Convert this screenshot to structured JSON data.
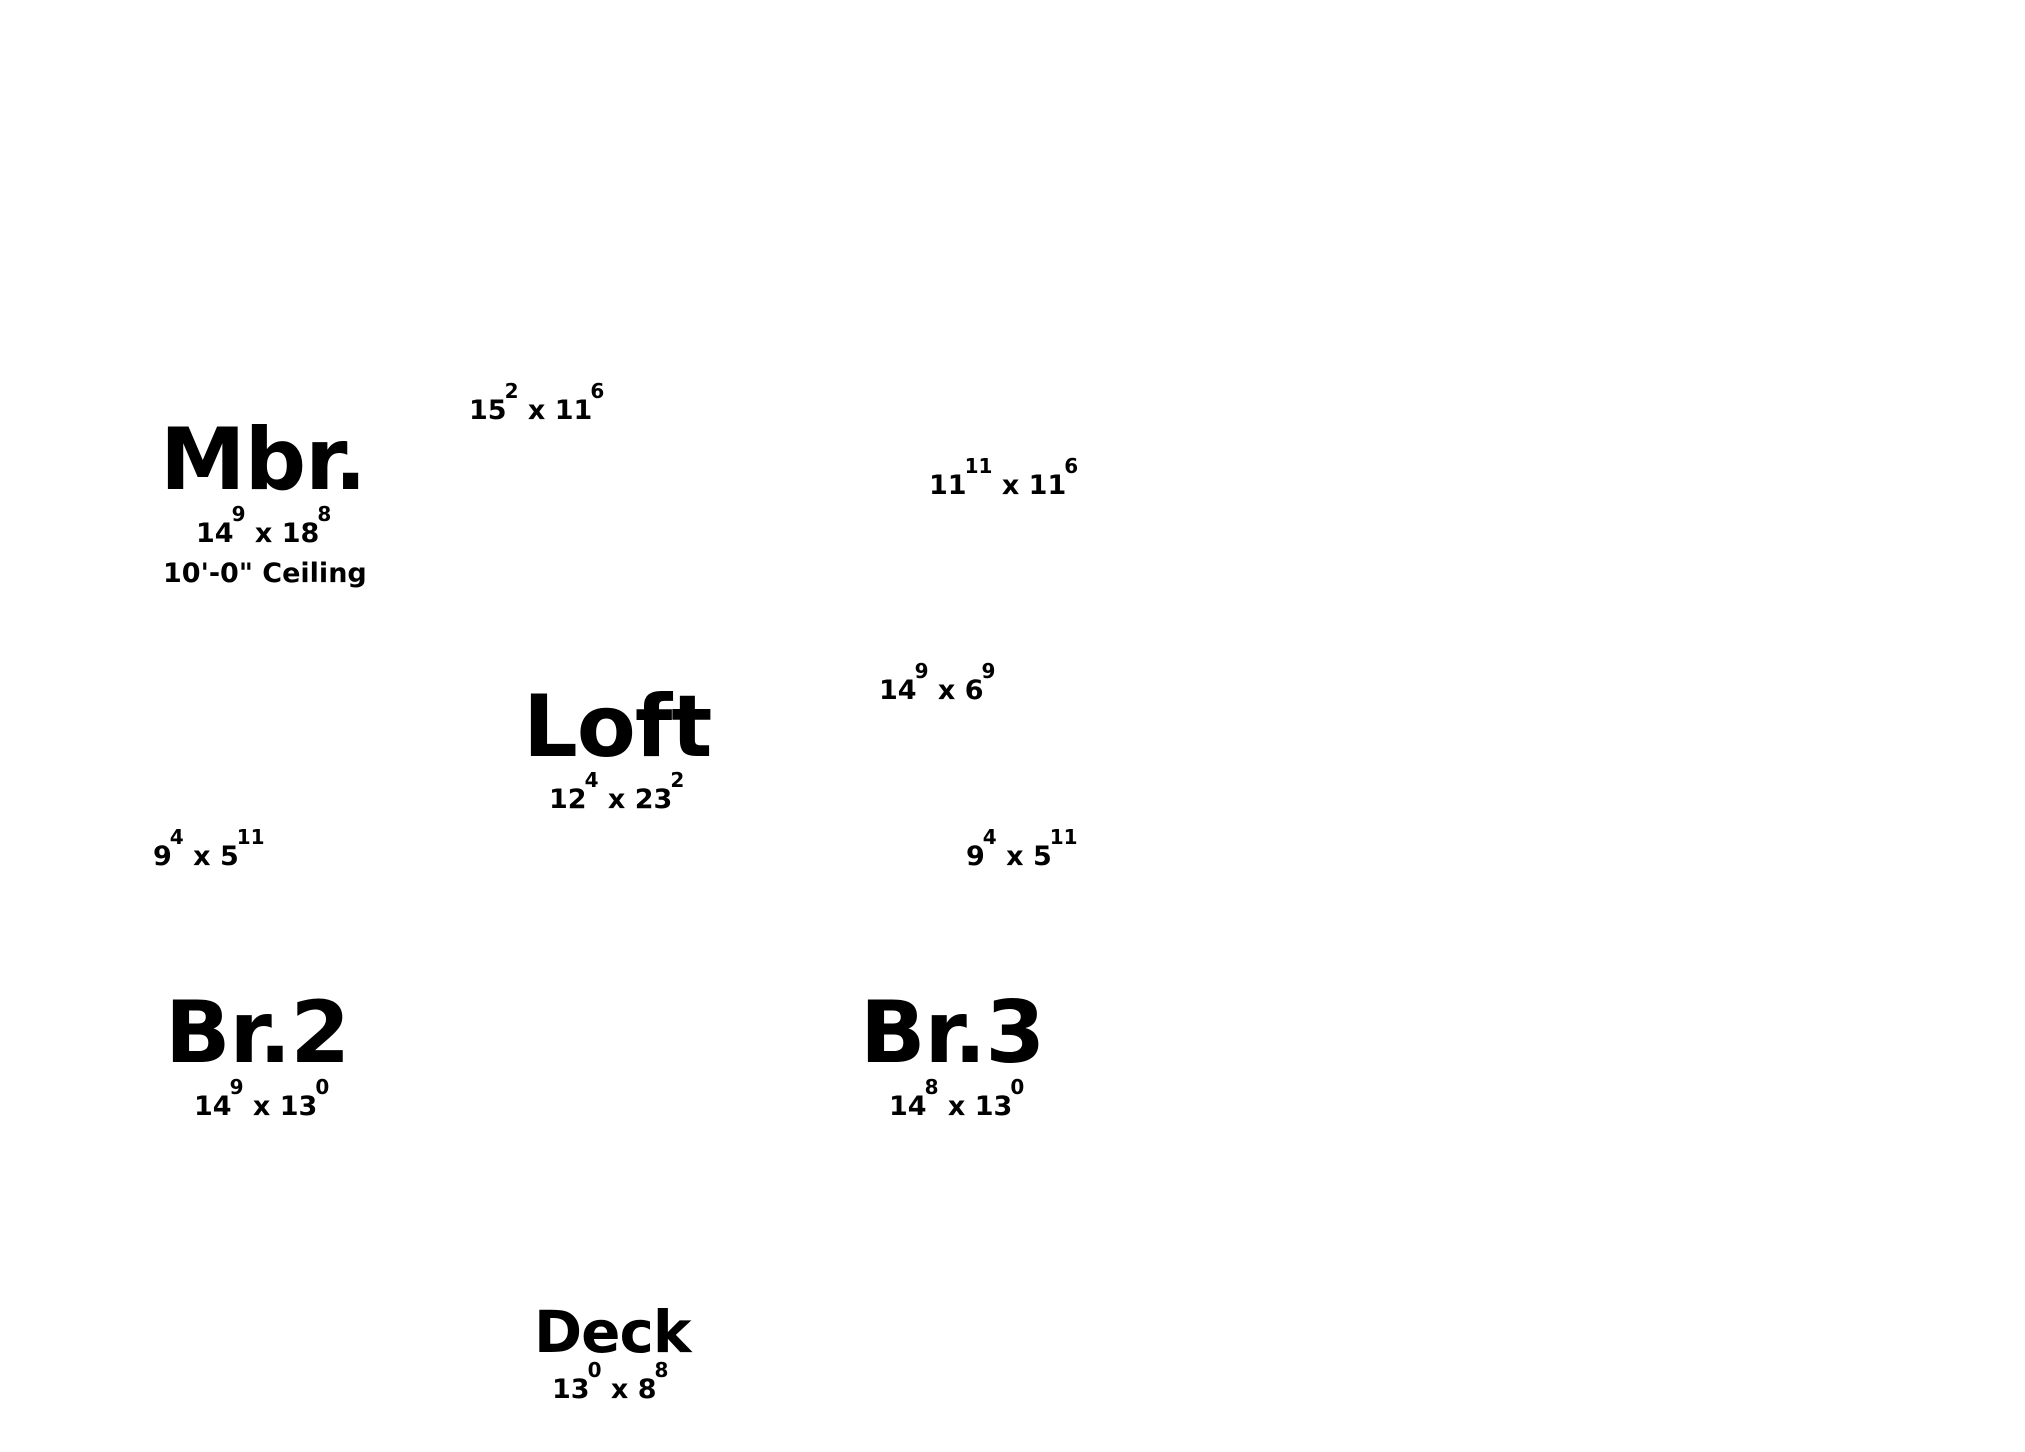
{
  "rooms": {
    "mbr": {
      "name": "Mbr.",
      "dim": {
        "w_ft": "14",
        "w_in": "9",
        "sep": "x",
        "h_ft": "18",
        "h_in": "8"
      },
      "ceiling": "10'-0\" Ceiling"
    },
    "closet1": {
      "dim": {
        "w_ft": "15",
        "w_in": "2",
        "sep": "x",
        "h_ft": "11",
        "h_in": "6"
      }
    },
    "bath": {
      "dim": {
        "w_ft": "11",
        "w_in": "11",
        "sep": "x",
        "h_ft": "11",
        "h_in": "6"
      }
    },
    "hall": {
      "dim": {
        "w_ft": "14",
        "w_in": "9",
        "sep": "x",
        "h_ft": "6",
        "h_in": "9"
      }
    },
    "loft": {
      "name": "Loft",
      "dim": {
        "w_ft": "12",
        "w_in": "4",
        "sep": "x",
        "h_ft": "23",
        "h_in": "2"
      }
    },
    "closet_left": {
      "dim": {
        "w_ft": "9",
        "w_in": "4",
        "sep": "x",
        "h_ft": "5",
        "h_in": "11"
      }
    },
    "closet_right": {
      "dim": {
        "w_ft": "9",
        "w_in": "4",
        "sep": "x",
        "h_ft": "5",
        "h_in": "11"
      }
    },
    "br2": {
      "name": "Br.2",
      "dim": {
        "w_ft": "14",
        "w_in": "9",
        "sep": "x",
        "h_ft": "13",
        "h_in": "0"
      }
    },
    "br3": {
      "name": "Br.3",
      "dim": {
        "w_ft": "14",
        "w_in": "8",
        "sep": "x",
        "h_ft": "13",
        "h_in": "0"
      }
    },
    "deck": {
      "name": "Deck",
      "dim": {
        "w_ft": "13",
        "w_in": "0",
        "sep": "x",
        "h_ft": "8",
        "h_in": "8"
      }
    }
  }
}
